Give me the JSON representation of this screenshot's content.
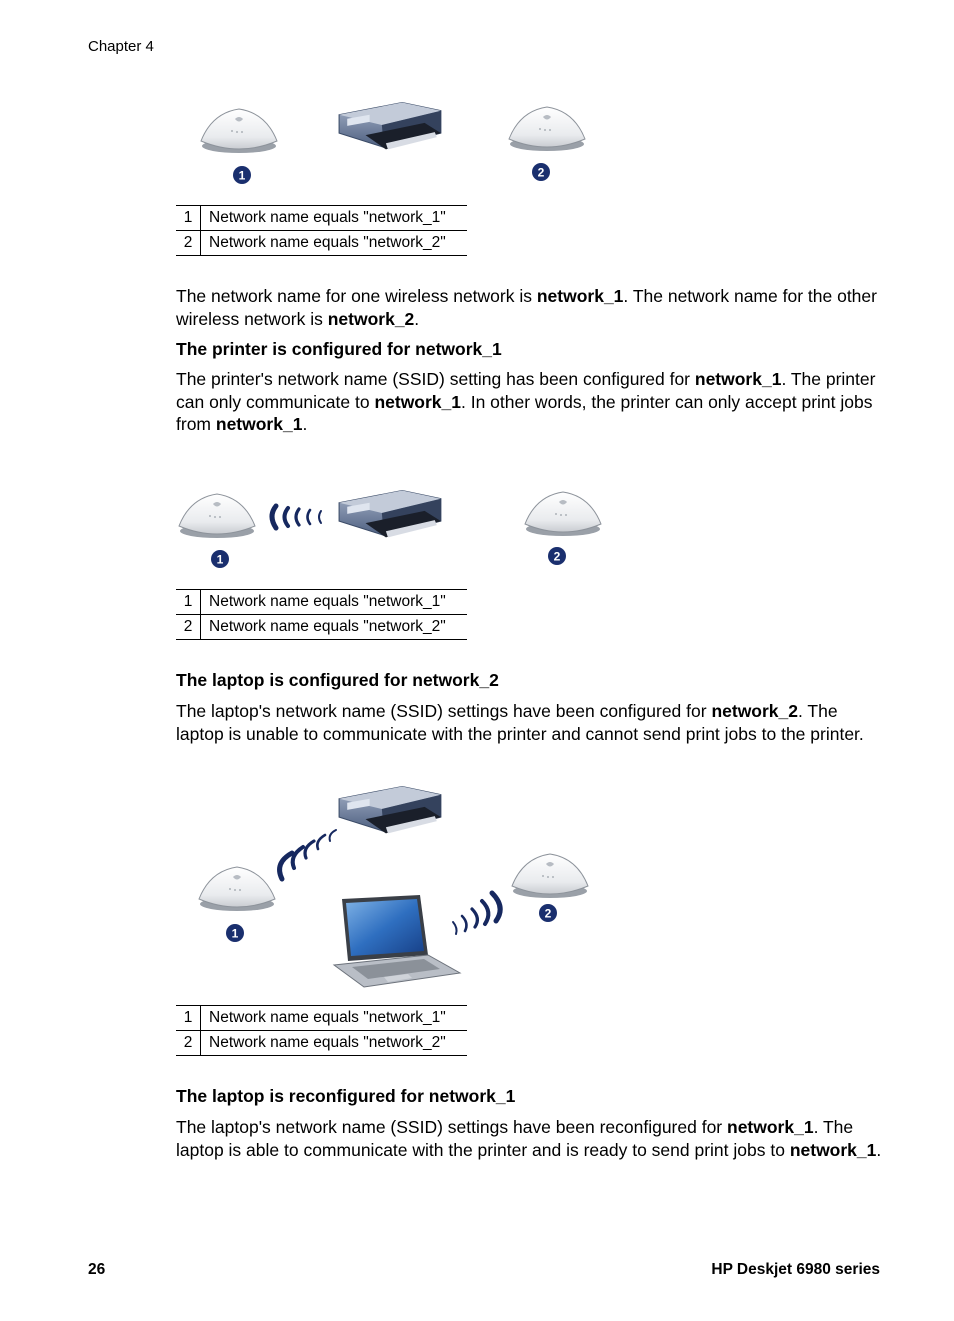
{
  "header": {
    "chapter": "Chapter 4"
  },
  "figure1": {
    "callouts": [
      "1",
      "2"
    ],
    "legend": [
      {
        "num": "1",
        "text": "Network name equals \"network_1\""
      },
      {
        "num": "2",
        "text": "Network name equals \"network_2\""
      }
    ]
  },
  "para1": {
    "t1": "The network name for one wireless network is ",
    "b1": "network_1",
    "t2": ". The network name for the other wireless network is ",
    "b2": "network_2",
    "t3": "."
  },
  "section1": {
    "heading": "The printer is configured for network_1",
    "t1": "The printer's network name (SSID) setting has been configured for ",
    "b1": "network_1",
    "t2": ". The printer can only communicate to ",
    "b2": "network_1",
    "t3": ". In other words, the printer can only accept print jobs from ",
    "b3": "network_1",
    "t4": "."
  },
  "figure2": {
    "callouts": [
      "1",
      "2"
    ],
    "legend": [
      {
        "num": "1",
        "text": "Network name equals \"network_1\""
      },
      {
        "num": "2",
        "text": "Network name equals \"network_2\""
      }
    ]
  },
  "section2": {
    "heading": "The laptop is configured for network_2",
    "t1": "The laptop's network name (SSID) settings have been configured for ",
    "b1": "network_2",
    "t2": ". The laptop is unable to communicate with the printer and cannot send print jobs to the printer."
  },
  "figure3": {
    "callouts": [
      "1",
      "2"
    ],
    "legend": [
      {
        "num": "1",
        "text": "Network name equals \"network_1\""
      },
      {
        "num": "2",
        "text": "Network name equals \"network_2\""
      }
    ]
  },
  "section3": {
    "heading": "The laptop is reconfigured for network_1",
    "t1": "The laptop's network name (SSID) settings have been reconfigured for ",
    "b1": "network_1",
    "t2": ". The laptop is able to communicate with the printer and is ready to send print jobs to ",
    "b2": "network_1",
    "t3": "."
  },
  "footer": {
    "page_number": "26",
    "product": "HP Deskjet 6980 series"
  },
  "colors": {
    "callout": "#1a2f6e",
    "wave": "#16285f",
    "printer_body": "#5a6f93",
    "base_station": "#eef0f2"
  }
}
